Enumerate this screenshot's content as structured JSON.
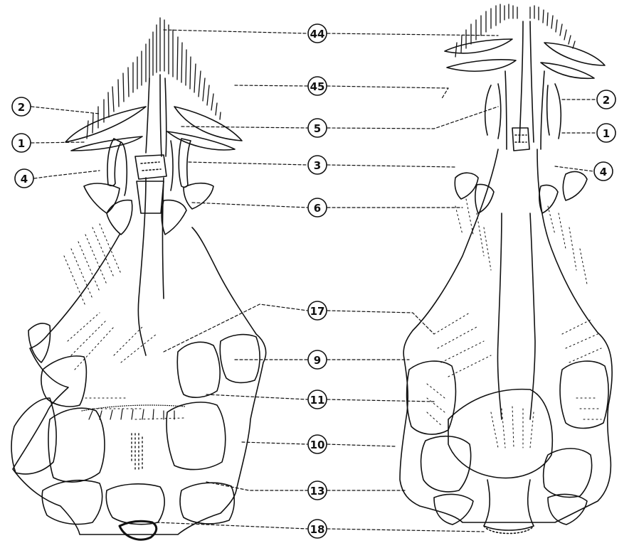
{
  "figure": {
    "labels": {
      "l44": "44",
      "l45": "45",
      "l5": "5",
      "l3": "3",
      "l6": "6",
      "l17": "17",
      "l9": "9",
      "l11": "11",
      "l10": "10",
      "l13": "13",
      "l18": "18",
      "left_2": "2",
      "left_1": "1",
      "left_4": "4",
      "right_2": "2",
      "right_1": "1",
      "right_4": "4"
    }
  },
  "colors": {
    "ink": "#111111",
    "paper": "#ffffff"
  }
}
